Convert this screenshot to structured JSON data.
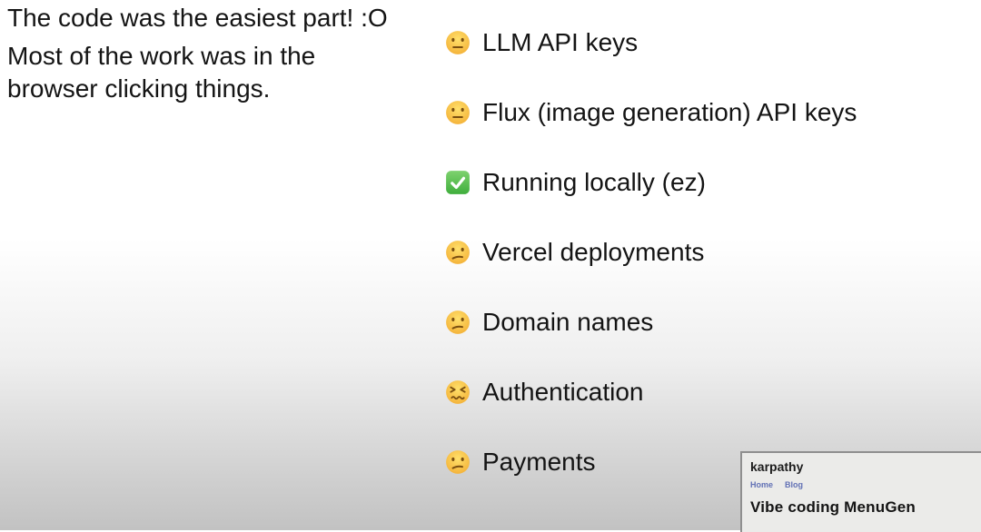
{
  "slide": {
    "headline": "The code was the easiest part! :O",
    "subtext": "Most of the work was in the browser clicking things."
  },
  "checklist": {
    "items": [
      {
        "icon": "neutral-face-emoji",
        "label": "LLM API keys"
      },
      {
        "icon": "neutral-face-emoji",
        "label": "Flux (image generation) API keys"
      },
      {
        "icon": "check-mark-button-emoji",
        "label": "Running locally (ez)"
      },
      {
        "icon": "confused-face-emoji",
        "label": "Vercel deployments"
      },
      {
        "icon": "confused-face-emoji",
        "label": "Domain names"
      },
      {
        "icon": "confounded-face-emoji",
        "label": "Authentication"
      },
      {
        "icon": "confused-face-emoji",
        "label": "Payments"
      }
    ]
  },
  "browser_preview": {
    "site_title": "karpathy",
    "nav_links": [
      "Home",
      "Blog"
    ],
    "page_heading": "Vibe coding MenuGen"
  },
  "colors": {
    "background_top": "#ffffff",
    "background_bottom": "#c2c2c2",
    "text": "#141414",
    "emoji_yellow": "#f7b93e",
    "check_green": "#43b13c",
    "nav_link_blue": "#6271b5",
    "card_background": "#ebebe9",
    "card_border": "#8f8f8f"
  }
}
